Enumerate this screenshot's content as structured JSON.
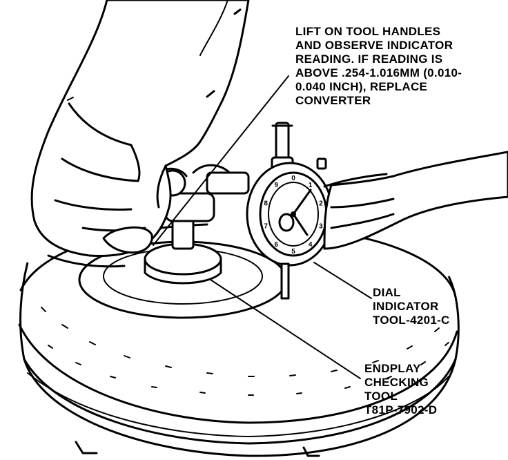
{
  "callouts": {
    "lift": {
      "lines": [
        "LIFT ON TOOL HANDLES",
        "AND OBSERVE INDICATOR",
        "READING. IF READING IS",
        "ABOVE .254-1.016mm (0.010-",
        "0.040 INCH), REPLACE",
        "CONVERTER"
      ]
    },
    "dial": {
      "lines": [
        "DIAL",
        "INDICATOR",
        "TOOL-4201-C"
      ]
    },
    "endplay": {
      "lines": [
        "ENDPLAY",
        "CHECKING",
        "TOOL",
        "T81P-7902-D"
      ]
    }
  },
  "dial_face_digits": [
    "0",
    "1",
    "2",
    "3",
    "4",
    "5",
    "6",
    "7",
    "8",
    "9"
  ]
}
